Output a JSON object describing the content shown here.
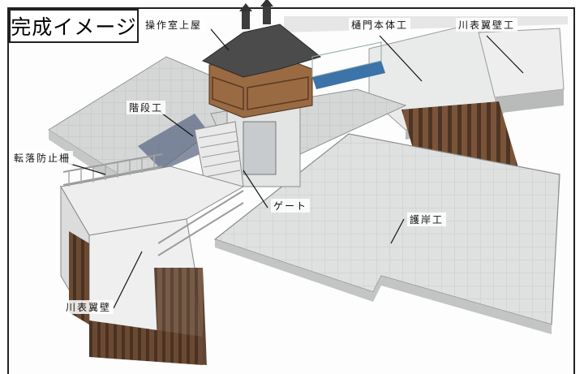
{
  "figure": {
    "title": "完成イメージ"
  },
  "labels": {
    "control_room": "操作室上屋",
    "sluice_body": "樋門本体工",
    "wingwall_top_right": "川表翼壁工",
    "stairs": "階段工",
    "fall_fence": "転落防止柵",
    "gate": "ゲート",
    "revetment": "護岸工",
    "wingwall_bottom_left": "川表翼壁"
  }
}
